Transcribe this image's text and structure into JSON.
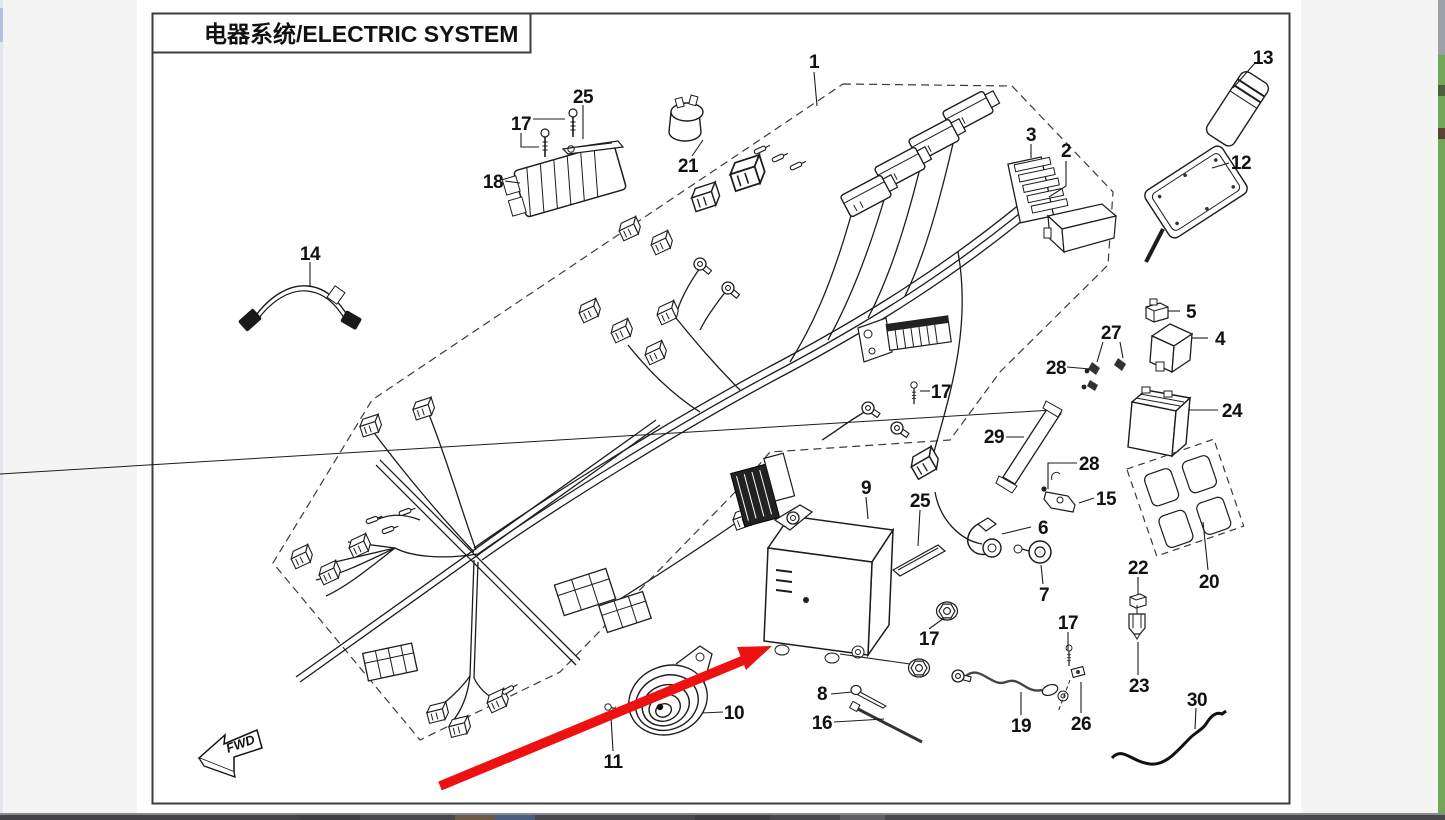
{
  "title": "电器系统/ELECTRIC SYSTEM",
  "fwd_label": "FWD",
  "callouts": {
    "c1": "1",
    "c2": "2",
    "c3": "3",
    "c4": "4",
    "c5": "5",
    "c6": "6",
    "c7": "7",
    "c8": "8",
    "c9": "9",
    "c10": "10",
    "c11": "11",
    "c12": "12",
    "c13": "13",
    "c14": "14",
    "c15": "15",
    "c16": "16",
    "c17a": "17",
    "c17b": "17",
    "c17c": "17",
    "c17d": "17",
    "c18": "18",
    "c19": "19",
    "c20": "20",
    "c21": "21",
    "c22": "22",
    "c23": "23",
    "c24": "24",
    "c25a": "25",
    "c25b": "25",
    "c26": "26",
    "c27": "27",
    "c28a": "28",
    "c28b": "28",
    "c29": "29",
    "c30": "30"
  },
  "colors": {
    "red_arrow": "#ee1111",
    "line": "#1c1c1c"
  }
}
